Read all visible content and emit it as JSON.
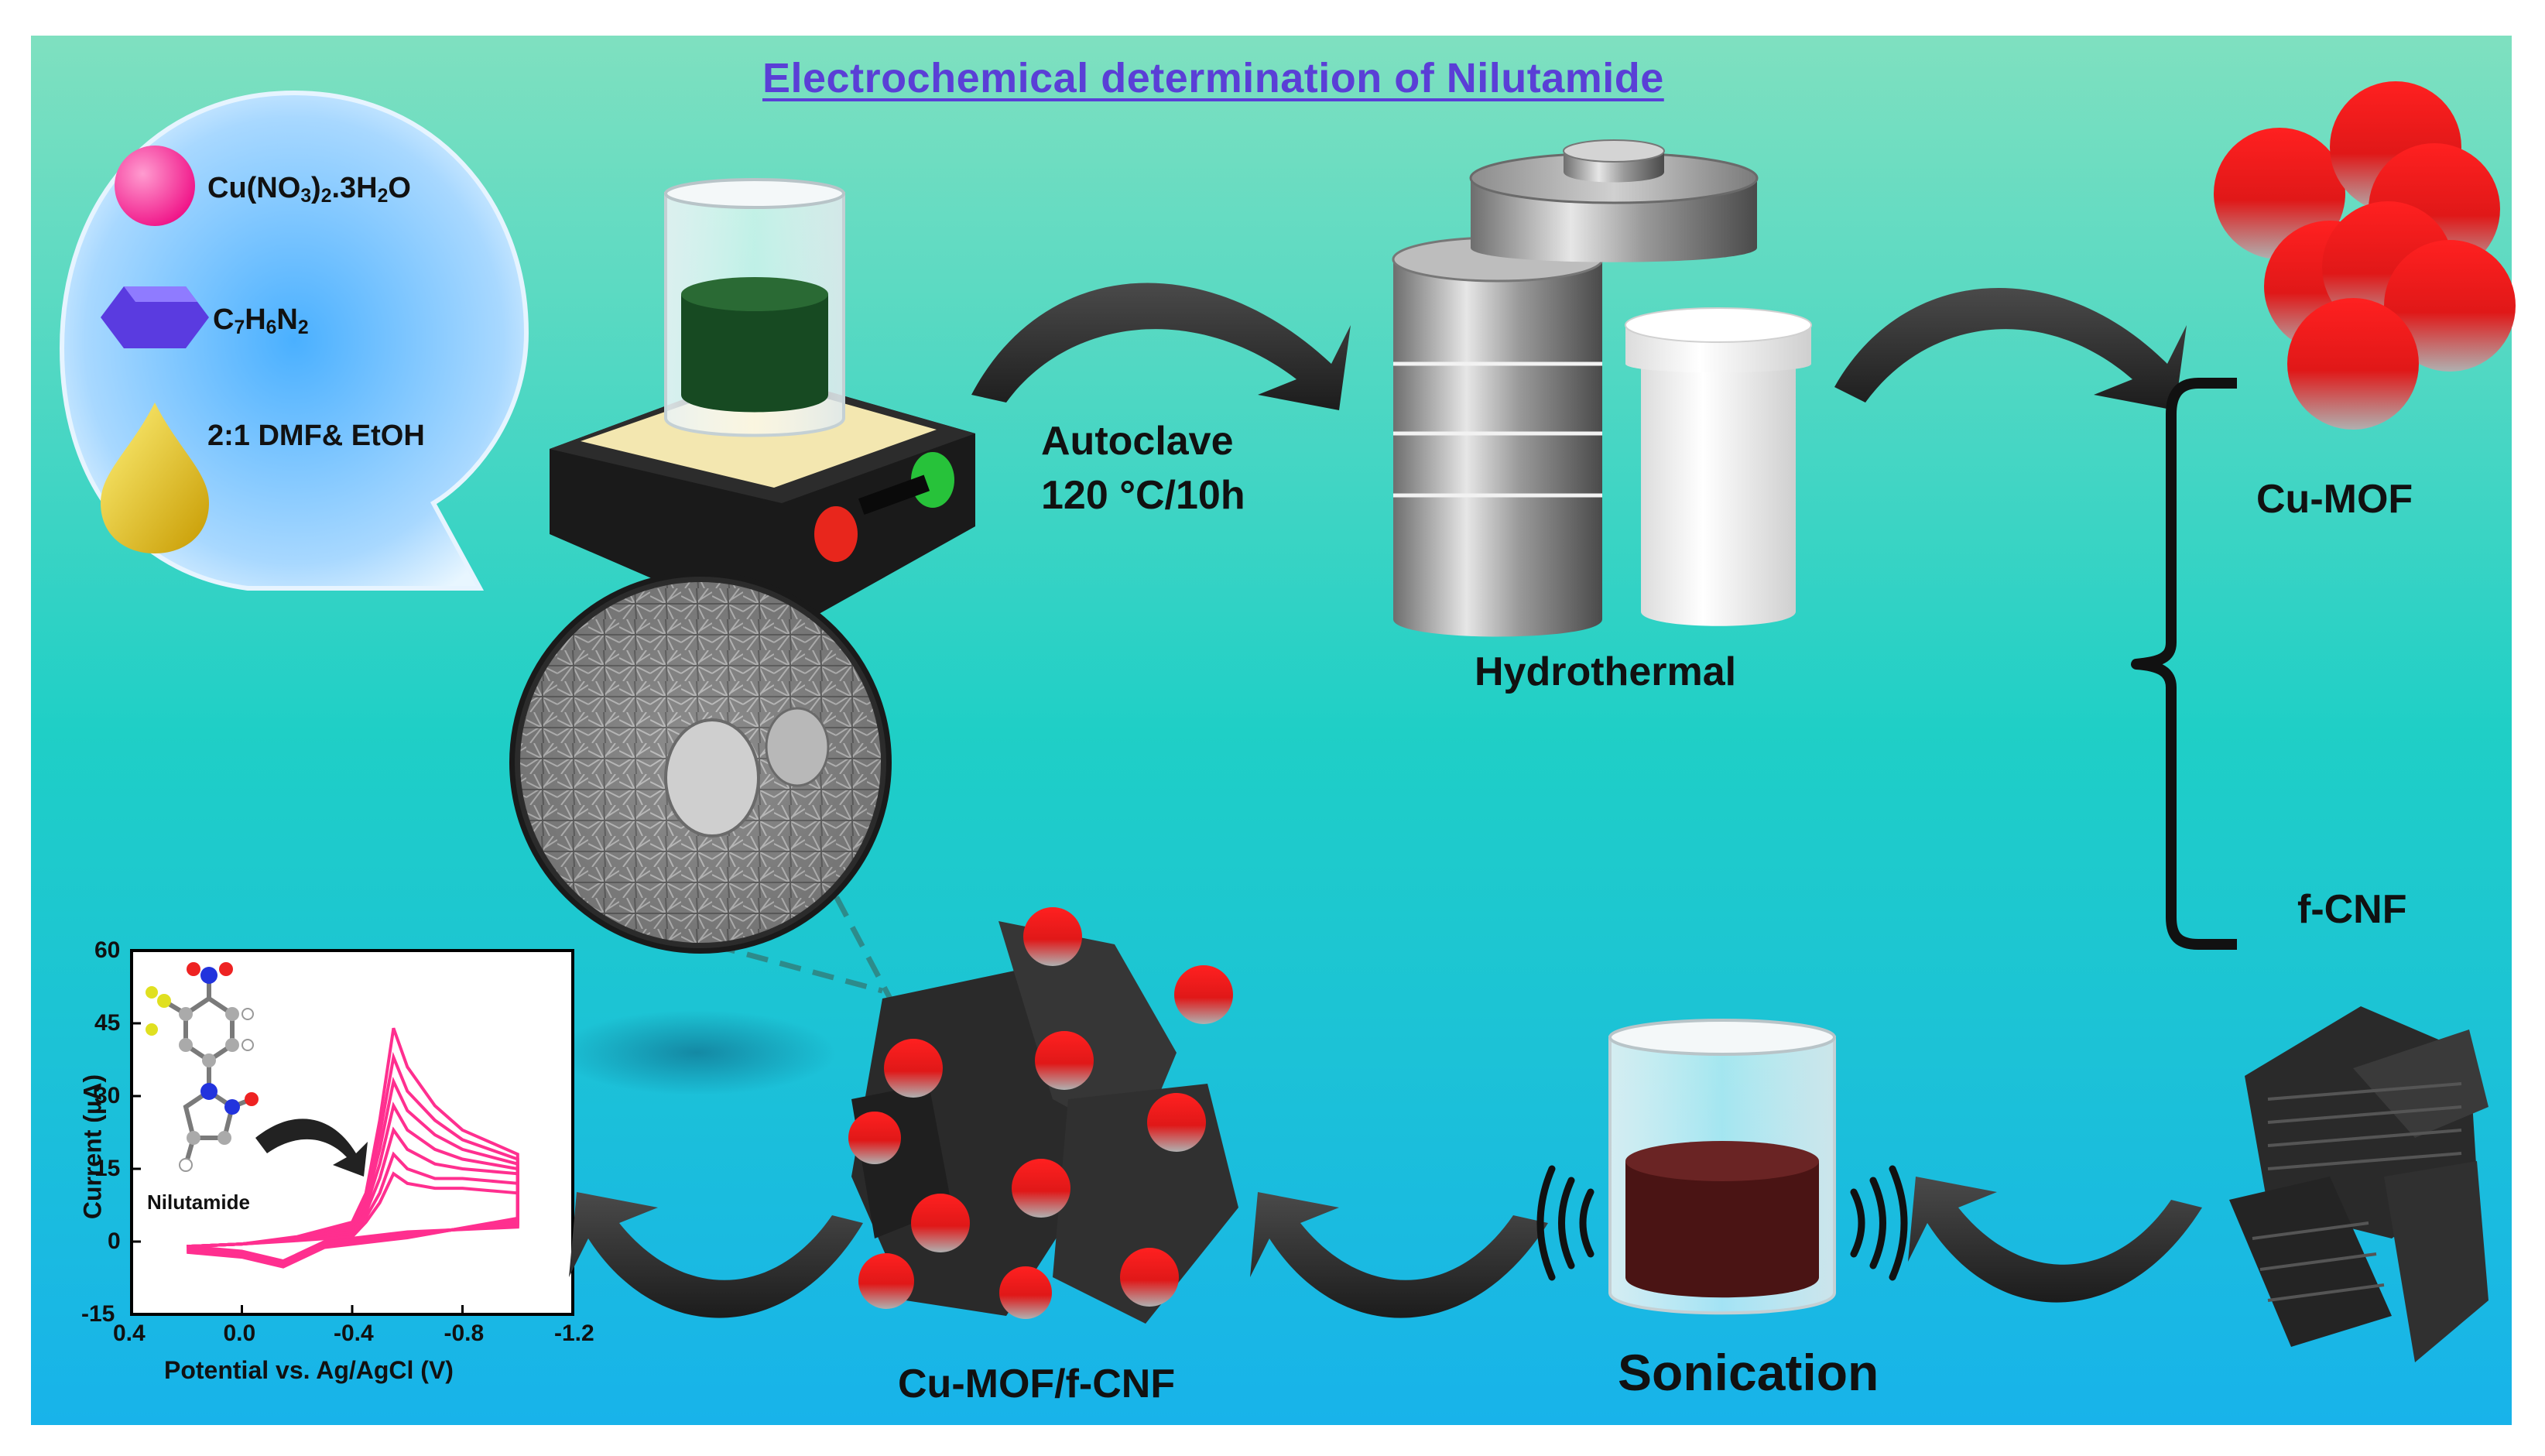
{
  "title": "Electrochemical determination of Nilutamide",
  "legend": {
    "items": [
      {
        "icon": "pink-sphere-icon",
        "formula": [
          "Cu(NO",
          "3",
          ")",
          "2",
          ".3H",
          "2",
          "O"
        ]
      },
      {
        "icon": "blue-hexagon-icon",
        "formula": [
          "C",
          "7",
          "H",
          "6",
          "N",
          "2"
        ]
      },
      {
        "icon": "gold-drop-icon",
        "text": "2:1 DMF& EtOH"
      }
    ]
  },
  "steps": {
    "autoclave_line1": "Autoclave",
    "autoclave_line2": "120 °C/10h",
    "hydrothermal": "Hydrothermal",
    "cu_mof": "Cu-MOF",
    "f_cnf": "f-CNF",
    "sonication": "Sonication",
    "composite": "Cu-MOF/f-CNF"
  },
  "chart_data": {
    "type": "line",
    "xlabel": "Potential vs. Ag/AgCl (V)",
    "ylabel": "Current (µA)",
    "xlim": [
      0.4,
      -1.2
    ],
    "ylim": [
      -15,
      60
    ],
    "x_ticks": [
      "0.4",
      "0.0",
      "-0.4",
      "-0.8",
      "-1.2"
    ],
    "y_ticks": [
      "60",
      "45",
      "30",
      "15",
      "0",
      "-15"
    ],
    "annotation": "Nilutamide",
    "series_color": "#ff2f8f",
    "series": [
      {
        "x": [
          0.2,
          0.0,
          -0.2,
          -0.4,
          -0.45,
          -0.5,
          -0.55,
          -0.6,
          -0.7,
          -0.8,
          -1.0
        ],
        "y": [
          -1,
          -0.5,
          1,
          4,
          10,
          25,
          44,
          36,
          28,
          23,
          18
        ]
      },
      {
        "x": [
          0.2,
          0.0,
          -0.2,
          -0.4,
          -0.45,
          -0.5,
          -0.55,
          -0.6,
          -0.7,
          -0.8,
          -1.0
        ],
        "y": [
          -1,
          -0.5,
          0.8,
          3.5,
          9,
          22,
          38,
          31,
          25,
          21,
          17
        ]
      },
      {
        "x": [
          0.2,
          0.0,
          -0.2,
          -0.4,
          -0.45,
          -0.5,
          -0.55,
          -0.6,
          -0.7,
          -0.8,
          -1.0
        ],
        "y": [
          -1,
          -0.5,
          0.6,
          3,
          8,
          19,
          33,
          27,
          22,
          19,
          16
        ]
      },
      {
        "x": [
          0.2,
          0.0,
          -0.2,
          -0.4,
          -0.45,
          -0.5,
          -0.55,
          -0.6,
          -0.7,
          -0.8,
          -1.0
        ],
        "y": [
          -1,
          -0.5,
          0.5,
          2.5,
          7,
          16,
          28,
          23,
          19,
          17,
          15
        ]
      },
      {
        "x": [
          0.2,
          0.0,
          -0.2,
          -0.4,
          -0.45,
          -0.5,
          -0.55,
          -0.6,
          -0.7,
          -0.8,
          -1.0
        ],
        "y": [
          -1,
          -0.5,
          0.4,
          2,
          6,
          13,
          23,
          19,
          16,
          15,
          14
        ]
      },
      {
        "x": [
          0.2,
          0.0,
          -0.2,
          -0.4,
          -0.45,
          -0.5,
          -0.55,
          -0.6,
          -0.7,
          -0.8,
          -1.0
        ],
        "y": [
          -1,
          -0.5,
          0.3,
          1.5,
          5,
          10,
          18,
          15,
          13,
          13,
          12
        ]
      },
      {
        "x": [
          0.2,
          0.0,
          -0.2,
          -0.4,
          -0.45,
          -0.5,
          -0.55,
          -0.6,
          -0.7,
          -0.8,
          -1.0
        ],
        "y": [
          -1,
          -0.5,
          0.2,
          1,
          4,
          8,
          14,
          12,
          11,
          11,
          10
        ]
      }
    ],
    "return_trace": {
      "x": [
        -1.0,
        -0.6,
        -0.3,
        -0.15,
        0.0,
        0.2
      ],
      "y": [
        3,
        2,
        0,
        -4,
        -2,
        -1
      ]
    }
  }
}
